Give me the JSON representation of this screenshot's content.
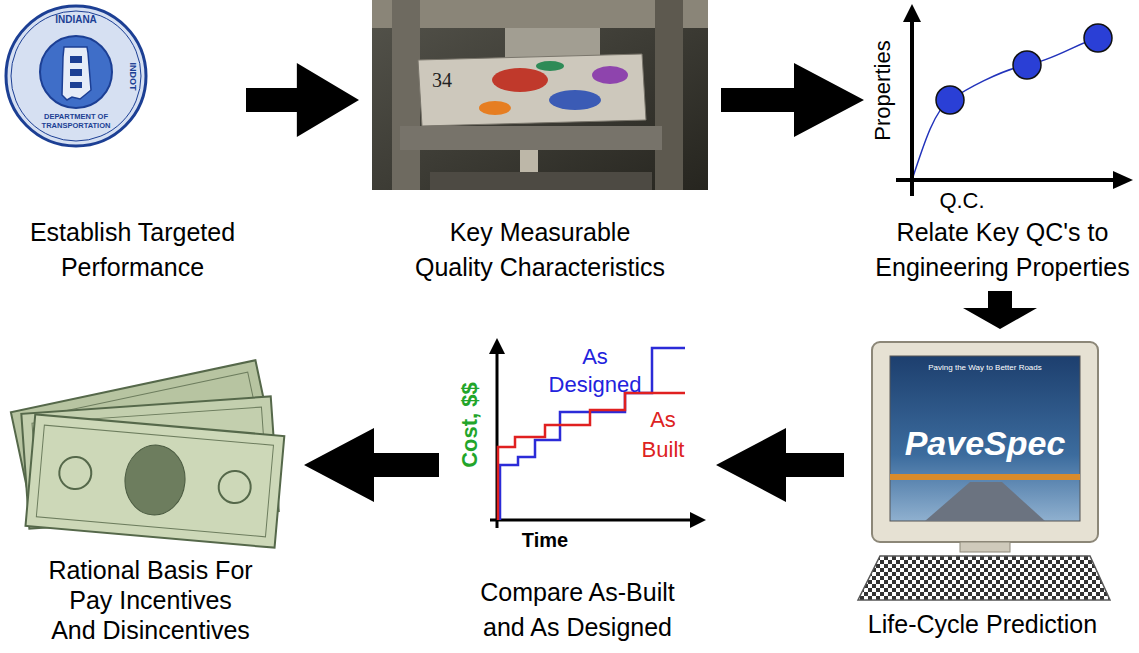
{
  "diagram": {
    "nodes": [
      {
        "text": [
          "Establish Targeted Performance"
        ]
      },
      {
        "text": [
          "Key Measurable Quality Characteristics"
        ]
      },
      {
        "text": [
          "Relate Key QC's to Engineering Properties"
        ]
      },
      {
        "text": [
          "Life-Cycle Prediction"
        ]
      },
      {
        "text": [
          "Compare As-Built and As Designed"
        ]
      },
      {
        "text": [
          "Rational Basis For Pay Incentives And Disincentives"
        ]
      }
    ],
    "edges": [
      {
        "from": 0,
        "to": 1,
        "arrow": "to"
      },
      {
        "from": 1,
        "to": 2,
        "arrow": "to"
      },
      {
        "from": 2,
        "to": 3,
        "arrow": "to"
      },
      {
        "from": 3,
        "to": 4,
        "arrow": "to"
      },
      {
        "from": 4,
        "to": 5,
        "arrow": "to"
      }
    ],
    "labels": [
      "INDIANA",
      "DEPARTMENT OF TRANSPORTATION",
      "INDOT",
      "34",
      "Properties",
      "Q.C.",
      "Paving the Way to Better Roads",
      "PaveSpec",
      "As Designed",
      "As Built",
      "Cost, $$",
      "Time"
    ]
  }
}
